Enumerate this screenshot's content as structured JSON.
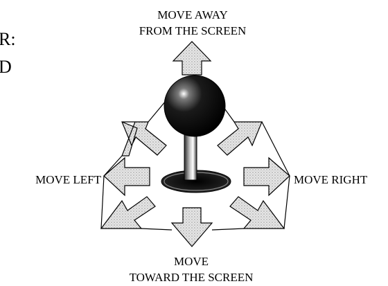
{
  "left_fragment": {
    "line1": "R:",
    "line2": "D"
  },
  "labels": {
    "up": [
      "MOVE AWAY",
      "FROM THE SCREEN"
    ],
    "left": "MOVE LEFT",
    "right": "MOVE RIGHT",
    "down": [
      "MOVE",
      "TOWARD THE SCREEN"
    ]
  },
  "colors": {
    "ink": "#000000",
    "arrow_fill": "#d2d2d2",
    "ball": "#111111"
  }
}
